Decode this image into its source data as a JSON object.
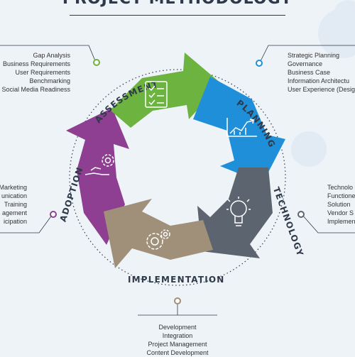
{
  "title": "PROJECT METHODOLOGY",
  "stages": {
    "assessment": {
      "label": "ASSESSMENT",
      "color": "#6db33f",
      "icon": "checklist-icon",
      "items": [
        "Gap Analysis",
        "Business Requirements",
        "User Requirements",
        "Benchmarking",
        "Social Media Readiness"
      ]
    },
    "planning": {
      "label": "PLANNING",
      "color": "#1e8fd8",
      "icon": "growth-chart-icon",
      "items": [
        "Strategic Planning",
        "Governance",
        "Business Case",
        "Information Architectu",
        "User Experience (Desig"
      ]
    },
    "technology": {
      "label": "TECHNOLOGY",
      "color": "#5c6470",
      "icon": "lightbulb-icon",
      "items": [
        "Technolo",
        "Functione",
        "Solution",
        "Vendor S",
        "Implemen"
      ]
    },
    "implementation": {
      "label": "IMPLEMENTATION",
      "color": "#a0907a",
      "icon": "gears-icon",
      "items": [
        "Development",
        "Integration",
        "Project Management",
        "Content Development"
      ]
    },
    "adoption": {
      "label": "ADOPTION",
      "color": "#8e3f91",
      "icon": "hand-gear-icon",
      "items": [
        "Marketing",
        "unication",
        "Training",
        "agement",
        "icipation"
      ]
    }
  }
}
